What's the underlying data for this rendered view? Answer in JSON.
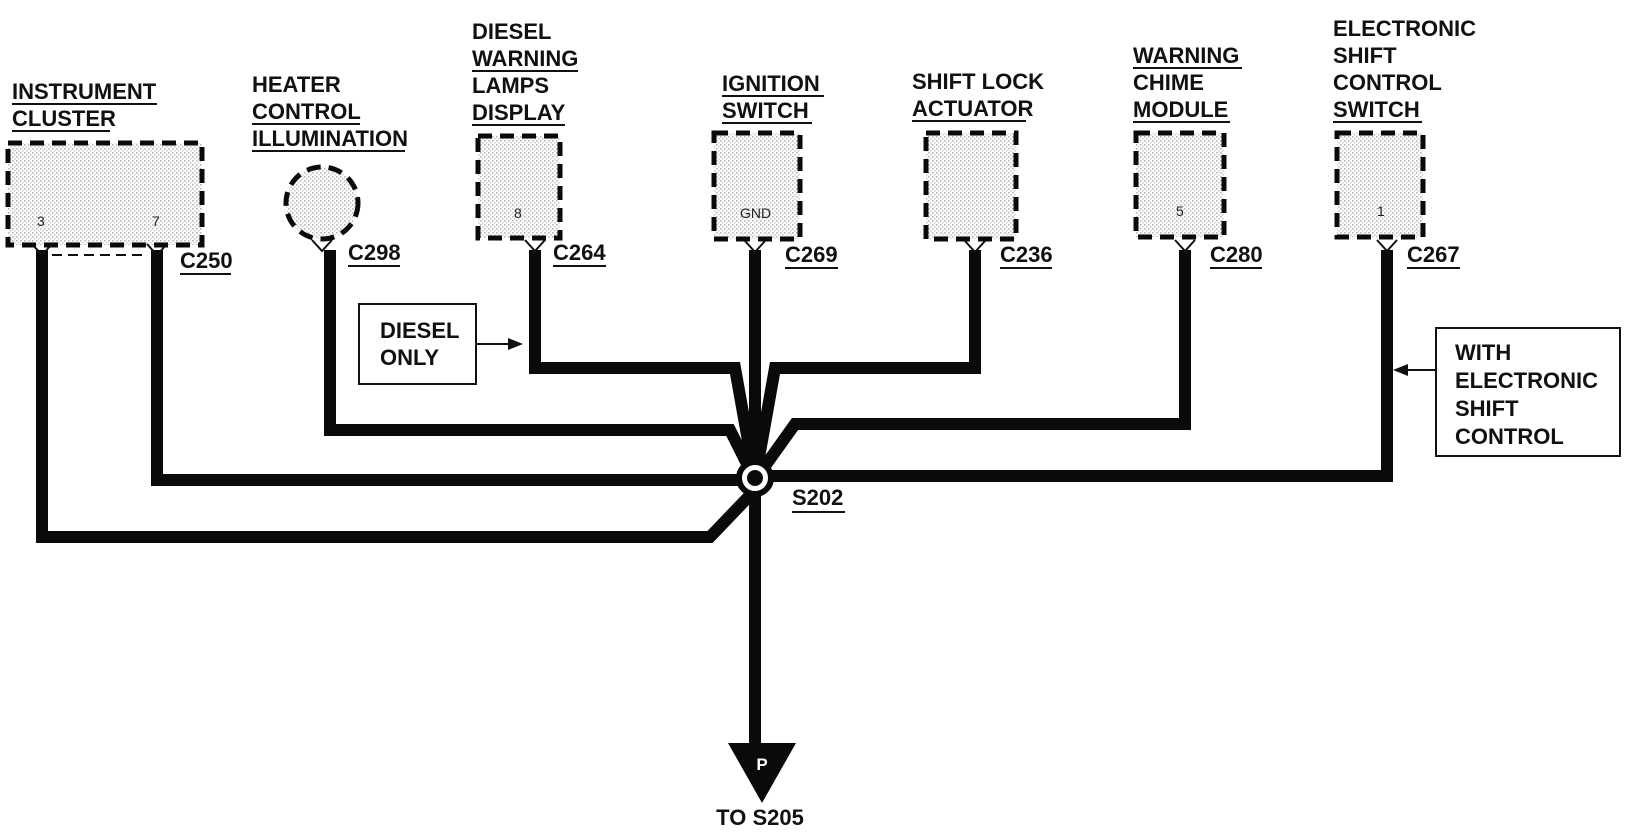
{
  "components": [
    {
      "id": "instrument-cluster",
      "name_lines": [
        "INSTRUMENT",
        "CLUSTER"
      ],
      "connector": "C250",
      "pins": [
        "3",
        "7"
      ]
    },
    {
      "id": "heater-control-illumination",
      "name_lines": [
        "HEATER",
        "CONTROL",
        "ILLUMINATION"
      ],
      "connector": "C298",
      "pins": []
    },
    {
      "id": "diesel-warning-lamps-display",
      "name_lines": [
        "DIESEL",
        "WARNING",
        "LAMPS",
        "DISPLAY"
      ],
      "connector": "C264",
      "pins": [
        "8"
      ]
    },
    {
      "id": "ignition-switch",
      "name_lines": [
        "IGNITION",
        "SWITCH"
      ],
      "connector": "C269",
      "pins": [
        "GND"
      ]
    },
    {
      "id": "shift-lock-actuator",
      "name_lines": [
        "SHIFT LOCK",
        "ACTUATOR"
      ],
      "connector": "C236",
      "pins": []
    },
    {
      "id": "warning-chime-module",
      "name_lines": [
        "WARNING",
        "CHIME",
        "MODULE"
      ],
      "connector": "C280",
      "pins": [
        "5"
      ]
    },
    {
      "id": "electronic-shift-control-switch",
      "name_lines": [
        "ELECTRONIC",
        "SHIFT",
        "CONTROL",
        "SWITCH"
      ],
      "connector": "C267",
      "pins": [
        "1"
      ]
    }
  ],
  "notes": {
    "diesel_only": [
      "DIESEL",
      "ONLY"
    ],
    "with_esc": [
      "WITH",
      "ELECTRONIC",
      "SHIFT",
      "CONTROL"
    ]
  },
  "splice": {
    "label": "S202"
  },
  "continuation": {
    "letter": "P",
    "label": "TO S205"
  },
  "colors": {
    "wire": "#0a0a0a",
    "background": "#ffffff",
    "stipple": "#b8b8b8"
  }
}
